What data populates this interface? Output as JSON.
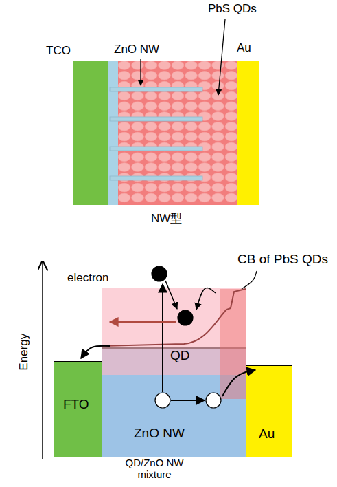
{
  "diagram": {
    "nodes": [
      {
        "text": [
          "TCO"
        ]
      },
      {
        "text": [
          "Au"
        ]
      },
      {
        "text": [
          "FTO"
        ]
      },
      {
        "text": [
          "ZnO NW"
        ]
      },
      {
        "text": [
          "QD"
        ]
      },
      {
        "text": [
          "Au"
        ]
      }
    ],
    "labels": [
      "PbS QDs",
      "ZnO NW",
      "NW型",
      "electron",
      "CB of PbS QDs",
      "Energy",
      "QD/ZnO NW mixture"
    ]
  }
}
